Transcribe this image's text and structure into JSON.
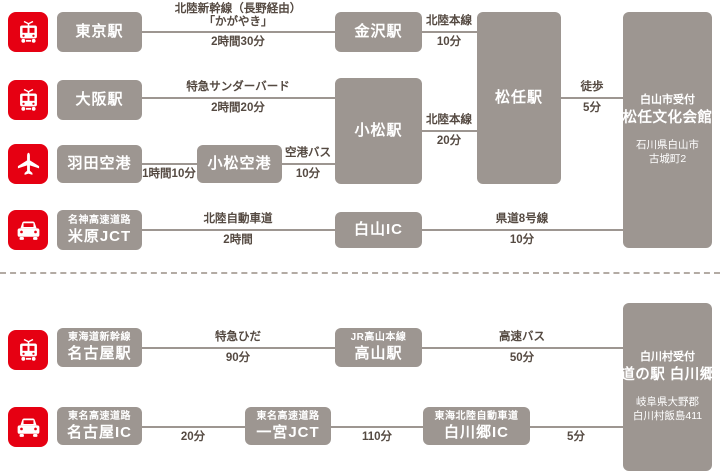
{
  "colors": {
    "accent_red": "#e60012",
    "box_gray": "#9d9691",
    "edge_label_color": "#554a42",
    "divider_color": "#b3aba4",
    "text_on_box": "#ffffff"
  },
  "nodes": {
    "tokyo": {
      "label": "東京駅"
    },
    "kanazawa": {
      "label": "金沢駅"
    },
    "matto": {
      "label": "松任駅"
    },
    "osaka": {
      "label": "大阪駅"
    },
    "komatsu_station": {
      "label": "小松駅"
    },
    "haneda": {
      "label": "羽田空港"
    },
    "komatsu_airport": {
      "label": "小松空港"
    },
    "maibara": {
      "sub": "名神高速道路",
      "label": "米原JCT"
    },
    "hakusan_ic": {
      "label": "白山IC"
    },
    "nagoya_station": {
      "sub": "東海道新幹線",
      "label": "名古屋駅"
    },
    "takayama": {
      "sub": "JR高山本線",
      "label": "高山駅"
    },
    "nagoya_ic": {
      "sub": "東名高速道路",
      "label": "名古屋IC"
    },
    "ichinomiya": {
      "sub": "東名高速道路",
      "label": "一宮JCT"
    },
    "shirakawago_ic": {
      "sub": "東海北陸自動車道",
      "label": "白川郷IC"
    }
  },
  "edges": {
    "tokyo_kanazawa": {
      "line1": "北陸新幹線（長野経由）",
      "line2": "「かがやき」",
      "time": "2時間30分"
    },
    "kanazawa_matto": {
      "line1": "北陸本線",
      "time": "10分"
    },
    "osaka_komatsu": {
      "line1": "特急サンダーバード",
      "time": "2時間20分"
    },
    "komatsu_matto": {
      "line1": "北陸本線",
      "time": "20分"
    },
    "matto_dest": {
      "line1": "徒歩",
      "time": "5分"
    },
    "haneda_komatsuair": {
      "time": "1時間10分"
    },
    "komatsuair_komatsu": {
      "line1": "空港バス",
      "time": "10分"
    },
    "maibara_hakusan": {
      "line1": "北陸自動車道",
      "time": "2時間"
    },
    "hakusan_dest": {
      "line1": "県道8号線",
      "time": "10分"
    },
    "nagoya_takayama": {
      "line1": "特急ひだ",
      "time": "90分"
    },
    "takayama_dest": {
      "line1": "高速バス",
      "time": "50分"
    },
    "nagoyaic_ichinomiya": {
      "time": "20分"
    },
    "ichinomiya_shirakawaic": {
      "time": "110分"
    },
    "shirakawaic_dest": {
      "time": "5分"
    }
  },
  "destinations": {
    "matto_bunka": {
      "reception": "白山市受付",
      "name": "松任文化会館",
      "address1": "石川県白山市",
      "address2": "古城町2"
    },
    "michinoeki": {
      "reception": "白川村受付",
      "name": "道の駅 白川郷",
      "address1": "岐阜県大野郡",
      "address2": "白川村飯島411"
    }
  },
  "icons": {
    "row1": "train-icon",
    "row2": "train-icon",
    "row3": "airplane-icon",
    "row4": "car-icon",
    "row5": "train-icon",
    "row6": "car-icon"
  }
}
